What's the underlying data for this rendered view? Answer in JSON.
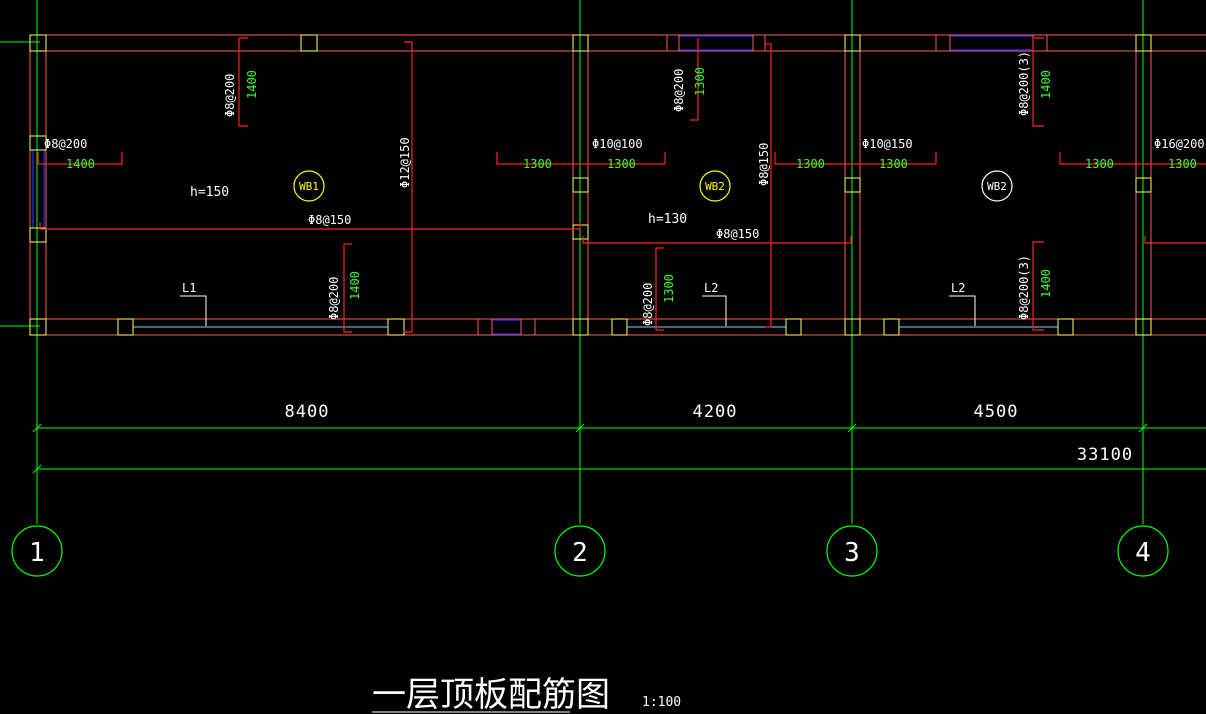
{
  "drawing": {
    "title": "一层顶板配筋图",
    "scale": "1:100"
  },
  "axes": [
    {
      "label": "1"
    },
    {
      "label": "2"
    },
    {
      "label": "3"
    },
    {
      "label": "4"
    }
  ],
  "dimensions": {
    "bay_1_2": "8400",
    "bay_2_3": "4200",
    "bay_3_4": "4500",
    "overall": "33100"
  },
  "slabs": [
    {
      "tag": "WB1",
      "thickness": "h=150"
    },
    {
      "tag": "WB2",
      "thickness": "h=130"
    },
    {
      "tag": "WB2"
    }
  ],
  "rebar_labels": {
    "top_bay1": "Φ8@200",
    "top_bay1_len": "1400",
    "left_bay1": "Φ8@200",
    "left_bay1_len": "1400",
    "bottom_bay1": "Φ8@200",
    "bottom_bay1_len": "1400",
    "vert_bay1": "Φ12@150",
    "horiz_bay1": "Φ8@150",
    "right_bay1_len": "1300",
    "top_bay2": "Φ8@200",
    "top_bay2_len": "1300",
    "left_bay2": "Φ10@100",
    "left_bay2_len": "1300",
    "vert_bay2": "Φ8@150",
    "horiz_bay2": "Φ8@150",
    "bottom_bay2": "Φ8@200",
    "bottom_bay2_len": "1300",
    "right_bay2_len": "1300",
    "left_bay3": "Φ10@150",
    "left_bay3_len": "1300",
    "top_bay3": "Φ8@200(3)",
    "top_bay3_len": "1400",
    "right_bay3_len": "1300",
    "bottom_bay3": "Φ8@200(3)",
    "bottom_bay3_len": "1400",
    "left_bay4": "Φ16@200",
    "left_bay4_len": "1300"
  },
  "beams": [
    "L1",
    "L2",
    "L2"
  ],
  "colors": {
    "axis": "#00ff00",
    "beam": "#ff5a5a",
    "rebar": "#ff2020",
    "column": "#ffff66",
    "window": "#2233ff",
    "text": "#ffffff",
    "length_text": "#33ff33",
    "slab_circle_wb1": "#ffff00",
    "slab_circle_wb2": "#ffffff"
  }
}
